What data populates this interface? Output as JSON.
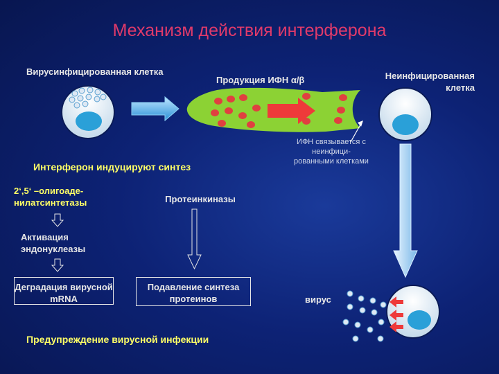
{
  "title": "Механизм действия интерферона",
  "labels": {
    "infected_cell": "Вирусинфицированная клетка",
    "production": "Продукция ИФН α/β",
    "uninfected_cell": "Неинфицированная клетка",
    "ifn_binding": "ИФН связывается с неинфици-рованными клетками",
    "induces": "Интерферон индуцируют синтез",
    "oligoadenylate": "2‘,5‘ –олигоаде-нилатсинтетазы",
    "protein_kinases": "Протеинкиназы",
    "endonuclease": "Активация эндонуклеазы",
    "degradation": "Деградация вирусной mRNA",
    "suppression": "Подавление синтеза протеинов",
    "virus": "вирус",
    "prevention": "Предупреждение вирусной инфекции"
  },
  "colors": {
    "title": "#e03a6a",
    "highlight_text": "#ffff66",
    "secretion_shape": "#8cd234",
    "particles": "#e04040",
    "cell_nucleus": "#2aa0d8",
    "arrow": "#3aaae8"
  }
}
